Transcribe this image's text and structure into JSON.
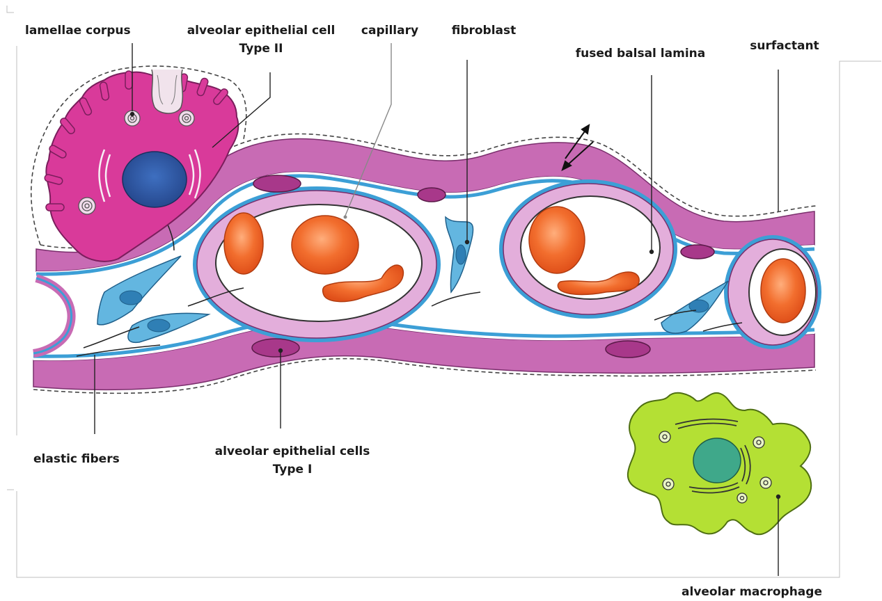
{
  "labels": {
    "lamellae_corpus": "lamellae corpus",
    "type2_line1": "alveolar epithelial cell",
    "type2_line2": "Type II",
    "capillary": "capillary",
    "fibroblast": "fibroblast",
    "fused_basal_lamina": "fused balsal lamina",
    "surfactant": "surfactant",
    "elastic_fibers": "elastic fibers",
    "type1_line1": "alveolar epithelial cells",
    "type1_line2": "Type I",
    "alveolar_macrophage": "alveolar macrophage"
  },
  "colors": {
    "epithelium_pink": "#c86bb4",
    "epithelium_light": "#e3aedb",
    "basal_lamina_blue": "#3c9fd6",
    "fibroblast_blue": "#63b6e0",
    "type2_magenta": "#d93a9a",
    "nucleus_blue": "#2c5aa8",
    "erythrocyte_orange": "#f06a2a",
    "macrophage_green": "#b4e034",
    "macrophage_nucleus": "#3fa88a",
    "type1_nucleus": "#a8388a"
  }
}
